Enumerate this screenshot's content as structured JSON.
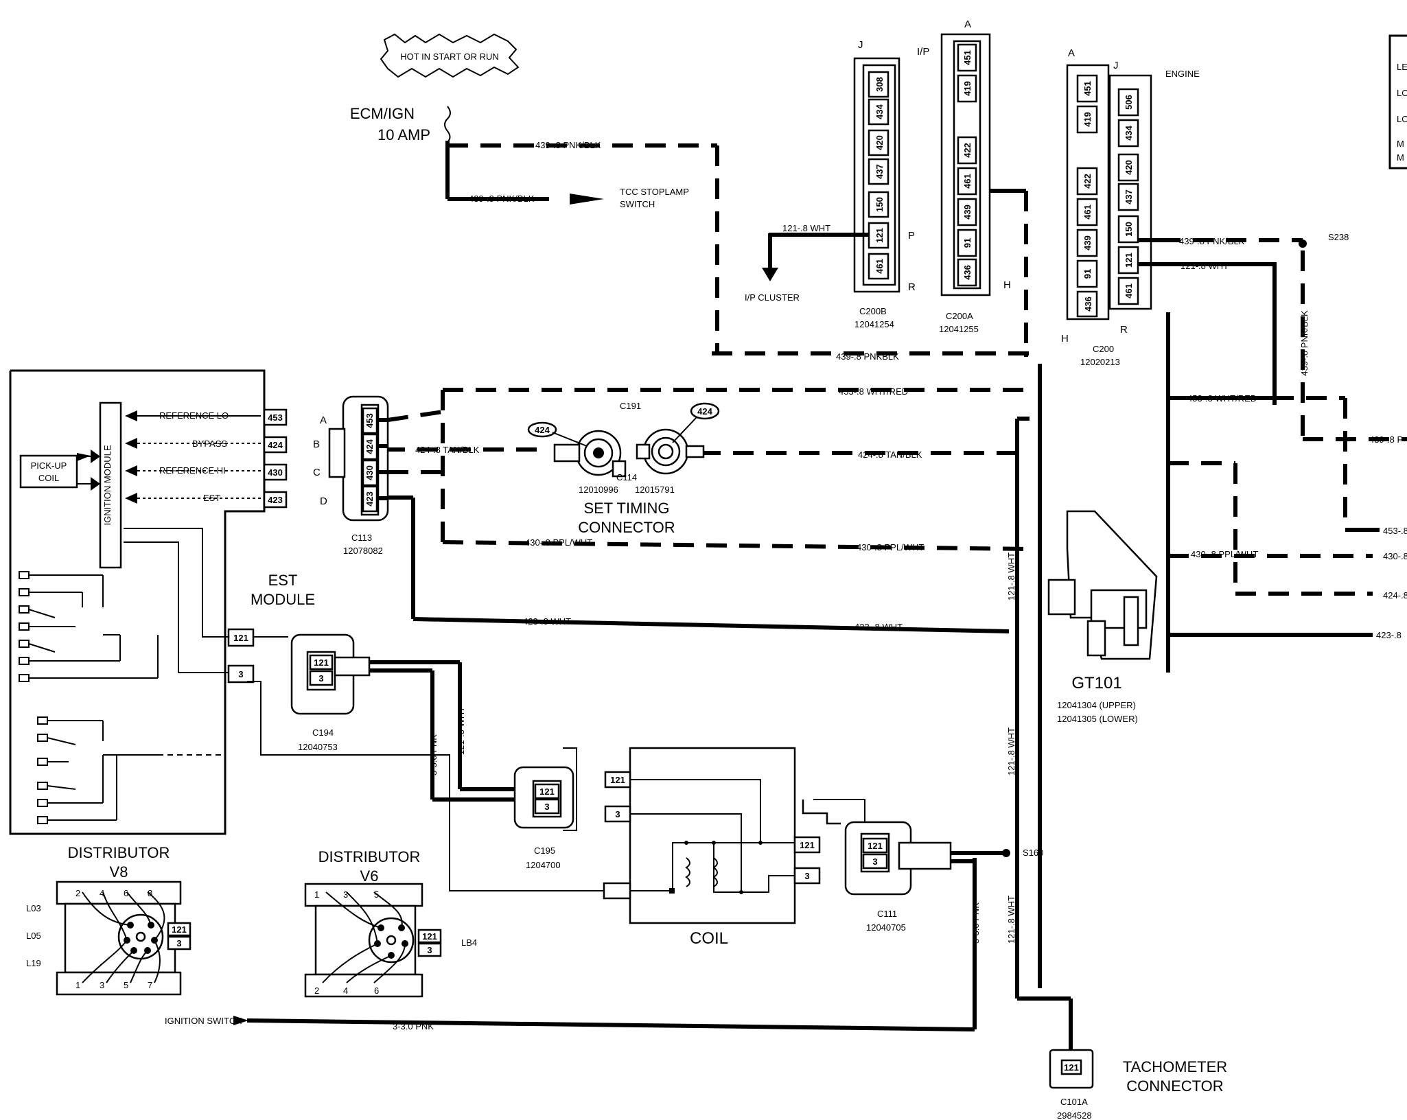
{
  "banner": "HOT IN START OR RUN",
  "fuse": {
    "name": "ECM/IGN",
    "rating": "10 AMP"
  },
  "wires": {
    "w439_top": "439-.8 PNK/BLK",
    "w439_tcc": "439-.8 PNK/BLK",
    "tcc_switch_1": "TCC STOPLAMP",
    "tcc_switch_2": "SWITCH",
    "w439_bottom": "439-.8 PNKBLK",
    "w439_engine": "439-.8 PNK/BLK",
    "w439_vertical": "439-.8 PNK/BLK",
    "w439_far": "439-.8 P",
    "w121_ip": "121-.8 WHT",
    "w121_engine": "121-.8 WHT",
    "ip_cluster": "I/P CLUSTER",
    "w453_main": "453-.8 WHT/RED",
    "w453_right": "453-.8 WHT/RED",
    "w453_far": "453-.8",
    "w424_left": "424-.8 TAN/BLK",
    "w424_right": "424-.8 TAN/BLK",
    "w424_far": "424-.8",
    "w430_left": "430-.8 PPL/WHT",
    "w430_mid": "430-.8 PPL/WHT",
    "w430_right": "430-.8 PPL/WHT",
    "w430_far": "430-.8",
    "w423_left": "423-.8 WHT",
    "w423_right": "423-.8 WHT",
    "w423_far": "423-.8",
    "w121_vert1": "121-.8 WHT",
    "w121_vert2": "121-.8 WHT",
    "w121_vert3": "121-.8 WHT",
    "w121_c194": "121-.8 WHT",
    "w3_c194": "3-3.0 PNK",
    "w3_vert": "3-3.0 PNK",
    "w3_bottom": "3-3.0 PNK",
    "ign_switch": "IGNITION SWITCH"
  },
  "connectors": {
    "c200b": {
      "label": "C200B",
      "part": "12041254",
      "letter_top": "J",
      "letter_mid": "P",
      "letter_bot": "R",
      "pins": [
        "308",
        "434",
        "420",
        "437",
        "150",
        "121",
        "461"
      ]
    },
    "c200a": {
      "label": "C200A",
      "part": "12041255",
      "letter_top": "A",
      "letter_side": "I/P",
      "letter_bot": "H",
      "pins": [
        "451",
        "419",
        "422",
        "461",
        "439",
        "91",
        "436"
      ]
    },
    "c200": {
      "label": "C200",
      "part": "12020213",
      "letter_a": "A",
      "letter_j": "J",
      "letter_h": "H",
      "letter_r": "R",
      "engine": "ENGINE",
      "pins_left": [
        "451",
        "419",
        "422",
        "461",
        "439",
        "91",
        "436"
      ],
      "pins_right": [
        "506",
        "434",
        "420",
        "437",
        "150",
        "121",
        "461"
      ]
    },
    "s238": "S238",
    "c113": {
      "label": "C113",
      "part": "12078082",
      "letters": [
        "A",
        "B",
        "C",
        "D"
      ],
      "pins": [
        "453",
        "424",
        "430",
        "423"
      ]
    },
    "c191": {
      "label": "C191"
    },
    "c114": {
      "label": "C114",
      "part_left": "12010996",
      "part_right": "12015791",
      "pin_left": "424",
      "pin_right": "424",
      "title_1": "SET TIMING",
      "title_2": "CONNECTOR"
    },
    "c194": {
      "label": "C194",
      "part": "12040753",
      "pins": [
        "121",
        "3"
      ]
    },
    "c195": {
      "label": "C195",
      "part": "1204700",
      "pins": [
        "121",
        "3"
      ]
    },
    "c111": {
      "label": "C111",
      "part": "12040705",
      "pins": [
        "121",
        "3"
      ]
    },
    "s160": "S160",
    "c101a": {
      "label": "C101A",
      "part": "2984528",
      "pin": "121",
      "title_1": "TACHOMETER",
      "title_2": "CONNECTOR"
    },
    "gt101": {
      "label": "GT101",
      "part_upper": "12041304 (UPPER)",
      "part_lower": "12041305 (LOWER)"
    }
  },
  "est_module": {
    "title_1": "EST",
    "title_2": "MODULE",
    "ignition_module": "IGNITION MODULE",
    "pickup_1": "PICK-UP",
    "pickup_2": "COIL",
    "signals": [
      "REFERENCE LO",
      "BYPASS",
      "REFERENCE HI",
      "EST"
    ],
    "pins": [
      "453",
      "424",
      "430",
      "423"
    ],
    "pin121": "121",
    "pin3": "3"
  },
  "coil": {
    "label": "COIL",
    "pin121": "121",
    "pin3": "3",
    "pin121b": "121",
    "pin3b": "3"
  },
  "dist_v8": {
    "title_1": "DISTRIBUTOR",
    "title_2": "V8",
    "engines": [
      "L03",
      "L05",
      "L19"
    ],
    "top": [
      "2",
      "4",
      "6",
      "8"
    ],
    "bottom": [
      "1",
      "3",
      "5",
      "7"
    ],
    "pin121": "121",
    "pin3": "3"
  },
  "dist_v6": {
    "title_1": "DISTRIBUTOR",
    "title_2": "V6",
    "engine": "LB4",
    "top": [
      "1",
      "3",
      "5"
    ],
    "bottom": [
      "2",
      "4",
      "6"
    ],
    "pin121": "121",
    "pin3": "3"
  },
  "legend_edge": [
    "LE",
    "LO",
    "LO",
    "M",
    "M"
  ]
}
